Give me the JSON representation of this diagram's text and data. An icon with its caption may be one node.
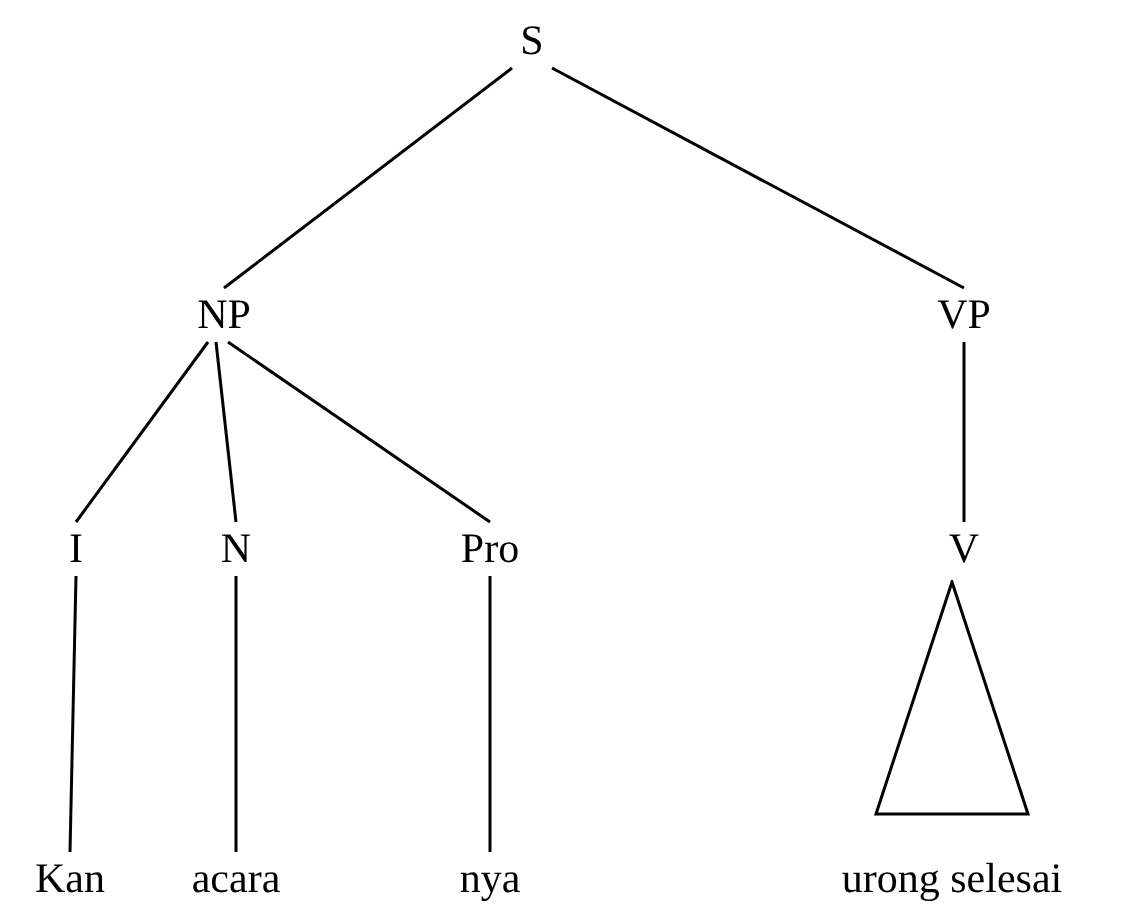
{
  "diagram": {
    "nodes": [
      {
        "text": [
          "S"
        ]
      },
      {
        "text": [
          "NP"
        ]
      },
      {
        "text": [
          "VP"
        ]
      },
      {
        "text": [
          "I"
        ]
      },
      {
        "text": [
          "N"
        ]
      },
      {
        "text": [
          "Pro"
        ]
      },
      {
        "text": [
          "V"
        ]
      },
      {
        "text": [
          "Kan"
        ]
      },
      {
        "text": [
          "acara"
        ]
      },
      {
        "text": [
          "nya"
        ]
      },
      {
        "text": [],
        "shape": "triangle"
      },
      {
        "text": [
          "urong selesai"
        ]
      }
    ],
    "edges": [
      {
        "from": 0,
        "to": 1,
        "arrow": "none"
      },
      {
        "from": 0,
        "to": 2,
        "arrow": "none"
      },
      {
        "from": 1,
        "to": 3,
        "arrow": "none"
      },
      {
        "from": 1,
        "to": 4,
        "arrow": "none"
      },
      {
        "from": 1,
        "to": 5,
        "arrow": "none"
      },
      {
        "from": 2,
        "to": 6,
        "arrow": "none"
      },
      {
        "from": 3,
        "to": 7,
        "arrow": "none"
      },
      {
        "from": 4,
        "to": 8,
        "arrow": "none"
      },
      {
        "from": 5,
        "to": 9,
        "arrow": "none"
      }
    ]
  }
}
